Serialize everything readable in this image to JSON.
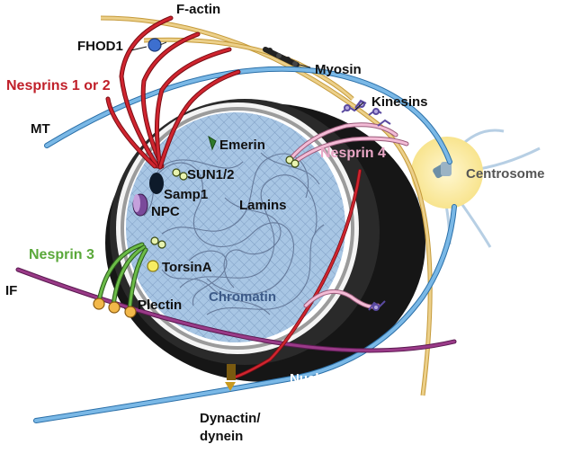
{
  "labels": {
    "f_actin": "F-actin",
    "fhod1": "FHOD1",
    "myosin": "Myosin",
    "nesprins12": "Nesprins 1 or 2",
    "mt": "MT",
    "kinesins": "Kinesins",
    "emerin": "Emerin",
    "nesprin4": "Nesprin 4",
    "sun12": "SUN1/2",
    "samp1": "Samp1",
    "npc": "NPC",
    "lamins": "Lamins",
    "centrosome": "Centrosome",
    "nesprin3": "Nesprin 3",
    "torsina": "TorsinA",
    "if": "IF",
    "plectin": "Plectin",
    "chromatin": "Chromatin",
    "nucleus": "Nucleus",
    "dynactin1": "Dynactin/",
    "dynactin2": "dynein"
  },
  "colors": {
    "nesprins12": "#c0202a",
    "nesprin3": "#5aa83a",
    "nesprin4": "#e9a7c6",
    "chromatin_label": "#3c5a88",
    "microtubule": "#6aaee0",
    "f_actin": "#d8b45a",
    "intermediate_filament": "#8a2a78",
    "nucleus_shell": "#161616",
    "nucleoplasm": "#a8c6e4",
    "centrosome": "#fbe9a8"
  }
}
